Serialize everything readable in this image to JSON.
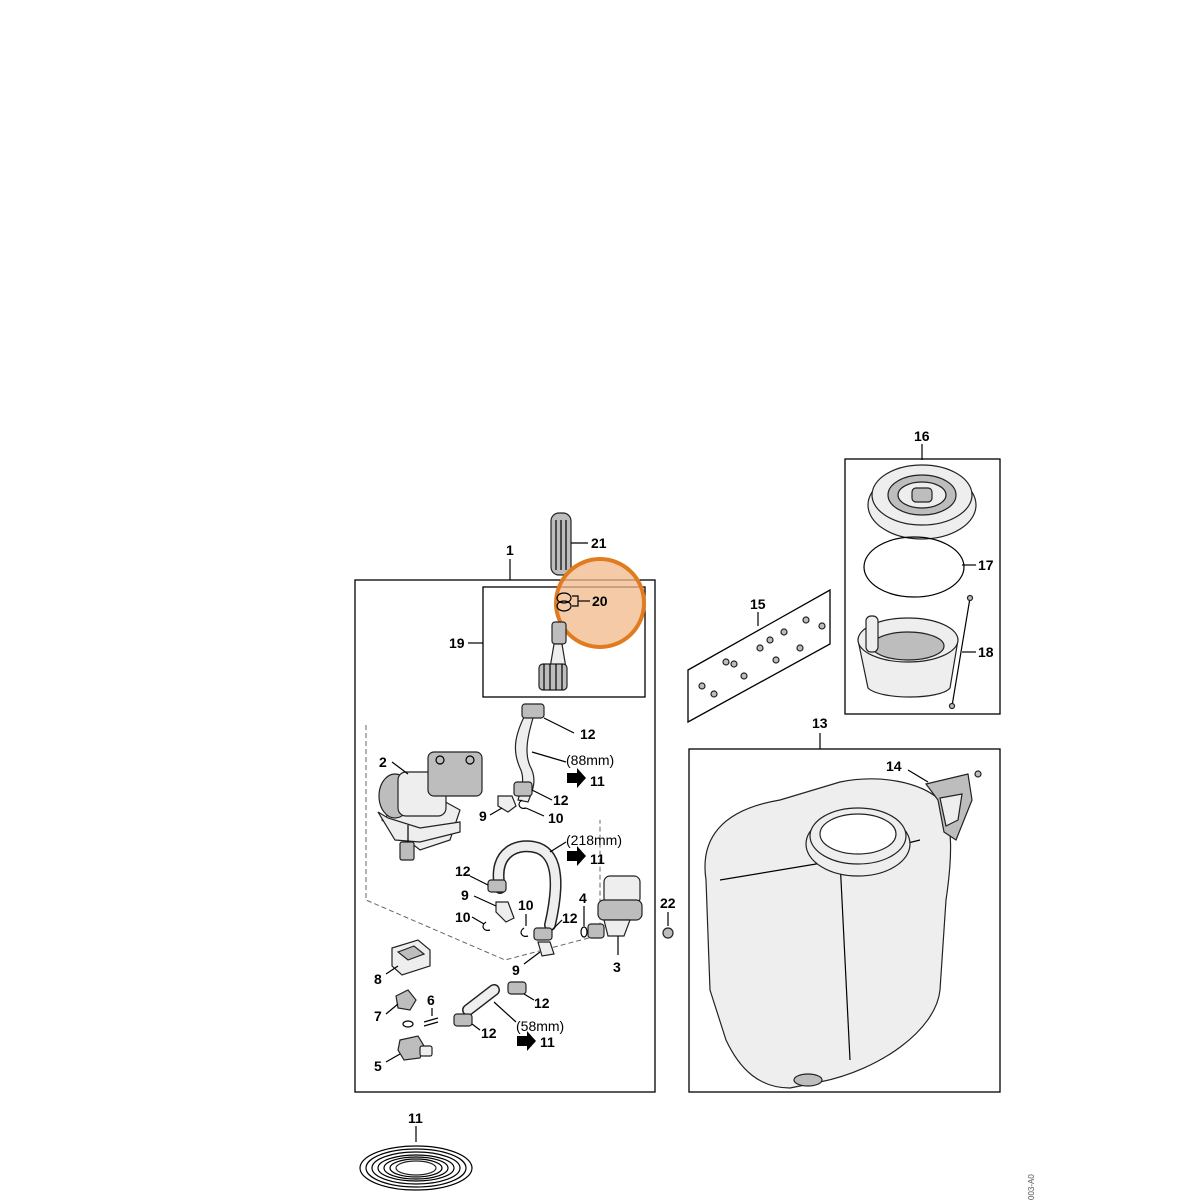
{
  "diagram": {
    "labels": {
      "n1": "1",
      "n2": "2",
      "n3": "3",
      "n4": "4",
      "n5": "5",
      "n6": "6",
      "n7": "7",
      "n8": "8",
      "n9a": "9",
      "n9b": "9",
      "n9c": "9",
      "n10a": "10",
      "n10b": "10",
      "n10c": "10",
      "n11": "11",
      "n12a": "12",
      "n12b": "12",
      "n12c": "12",
      "n12d": "12",
      "n12e": "12",
      "n12f": "12",
      "n13": "13",
      "n14": "14",
      "n15": "15",
      "n16": "16",
      "n17": "17",
      "n18": "18",
      "n19": "19",
      "n20": "20",
      "n21": "21",
      "n22": "22"
    },
    "hose_notes": [
      {
        "length": "(88mm)",
        "ref": "11"
      },
      {
        "length": "(218mm)",
        "ref": "11"
      },
      {
        "length": "(58mm)",
        "ref": "11"
      }
    ],
    "drawing_code": "003-A0",
    "highlight_color": "#e07b1f",
    "highlight_fill": "#f0b88a"
  }
}
